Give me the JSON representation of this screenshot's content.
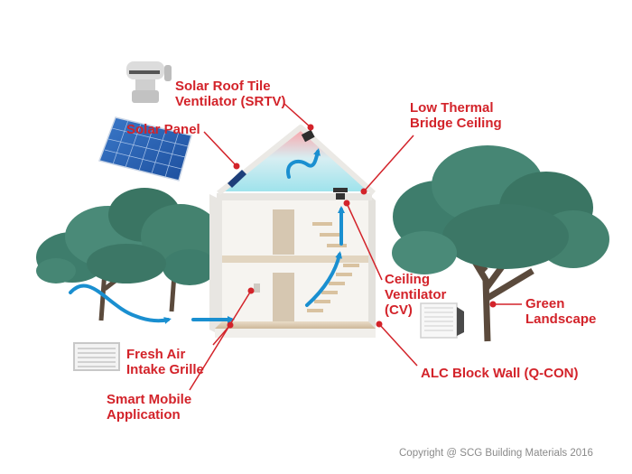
{
  "labels": {
    "srtv": [
      "Solar Roof Tile",
      "Ventilator (SRTV)"
    ],
    "solar_panel": [
      "Solar Panel"
    ],
    "low_thermal": [
      "Low Thermal",
      "Bridge Ceiling"
    ],
    "ceiling_ventilator": [
      "Ceiling",
      "Ventilator",
      "(CV)"
    ],
    "green_landscape": [
      "Green",
      "Landscape"
    ],
    "fresh_air": [
      "Fresh Air",
      "Intake Grille"
    ],
    "alc_wall": [
      "ALC Block Wall (Q-CON)"
    ],
    "smart_mobile": [
      "Smart Mobile",
      "Application"
    ]
  },
  "copyright": "Copyright  @ SCG Building Materials 2016",
  "colors": {
    "label": "#d3232a",
    "leader": "#d3232a",
    "airflow": "#1a8fd0",
    "tree": "#3e7d6c",
    "roof_cool": "#a8e6ee",
    "roof_hot": "#f6b3b8",
    "wall": "#f4f3f1",
    "floor": "#d9c7ae"
  }
}
